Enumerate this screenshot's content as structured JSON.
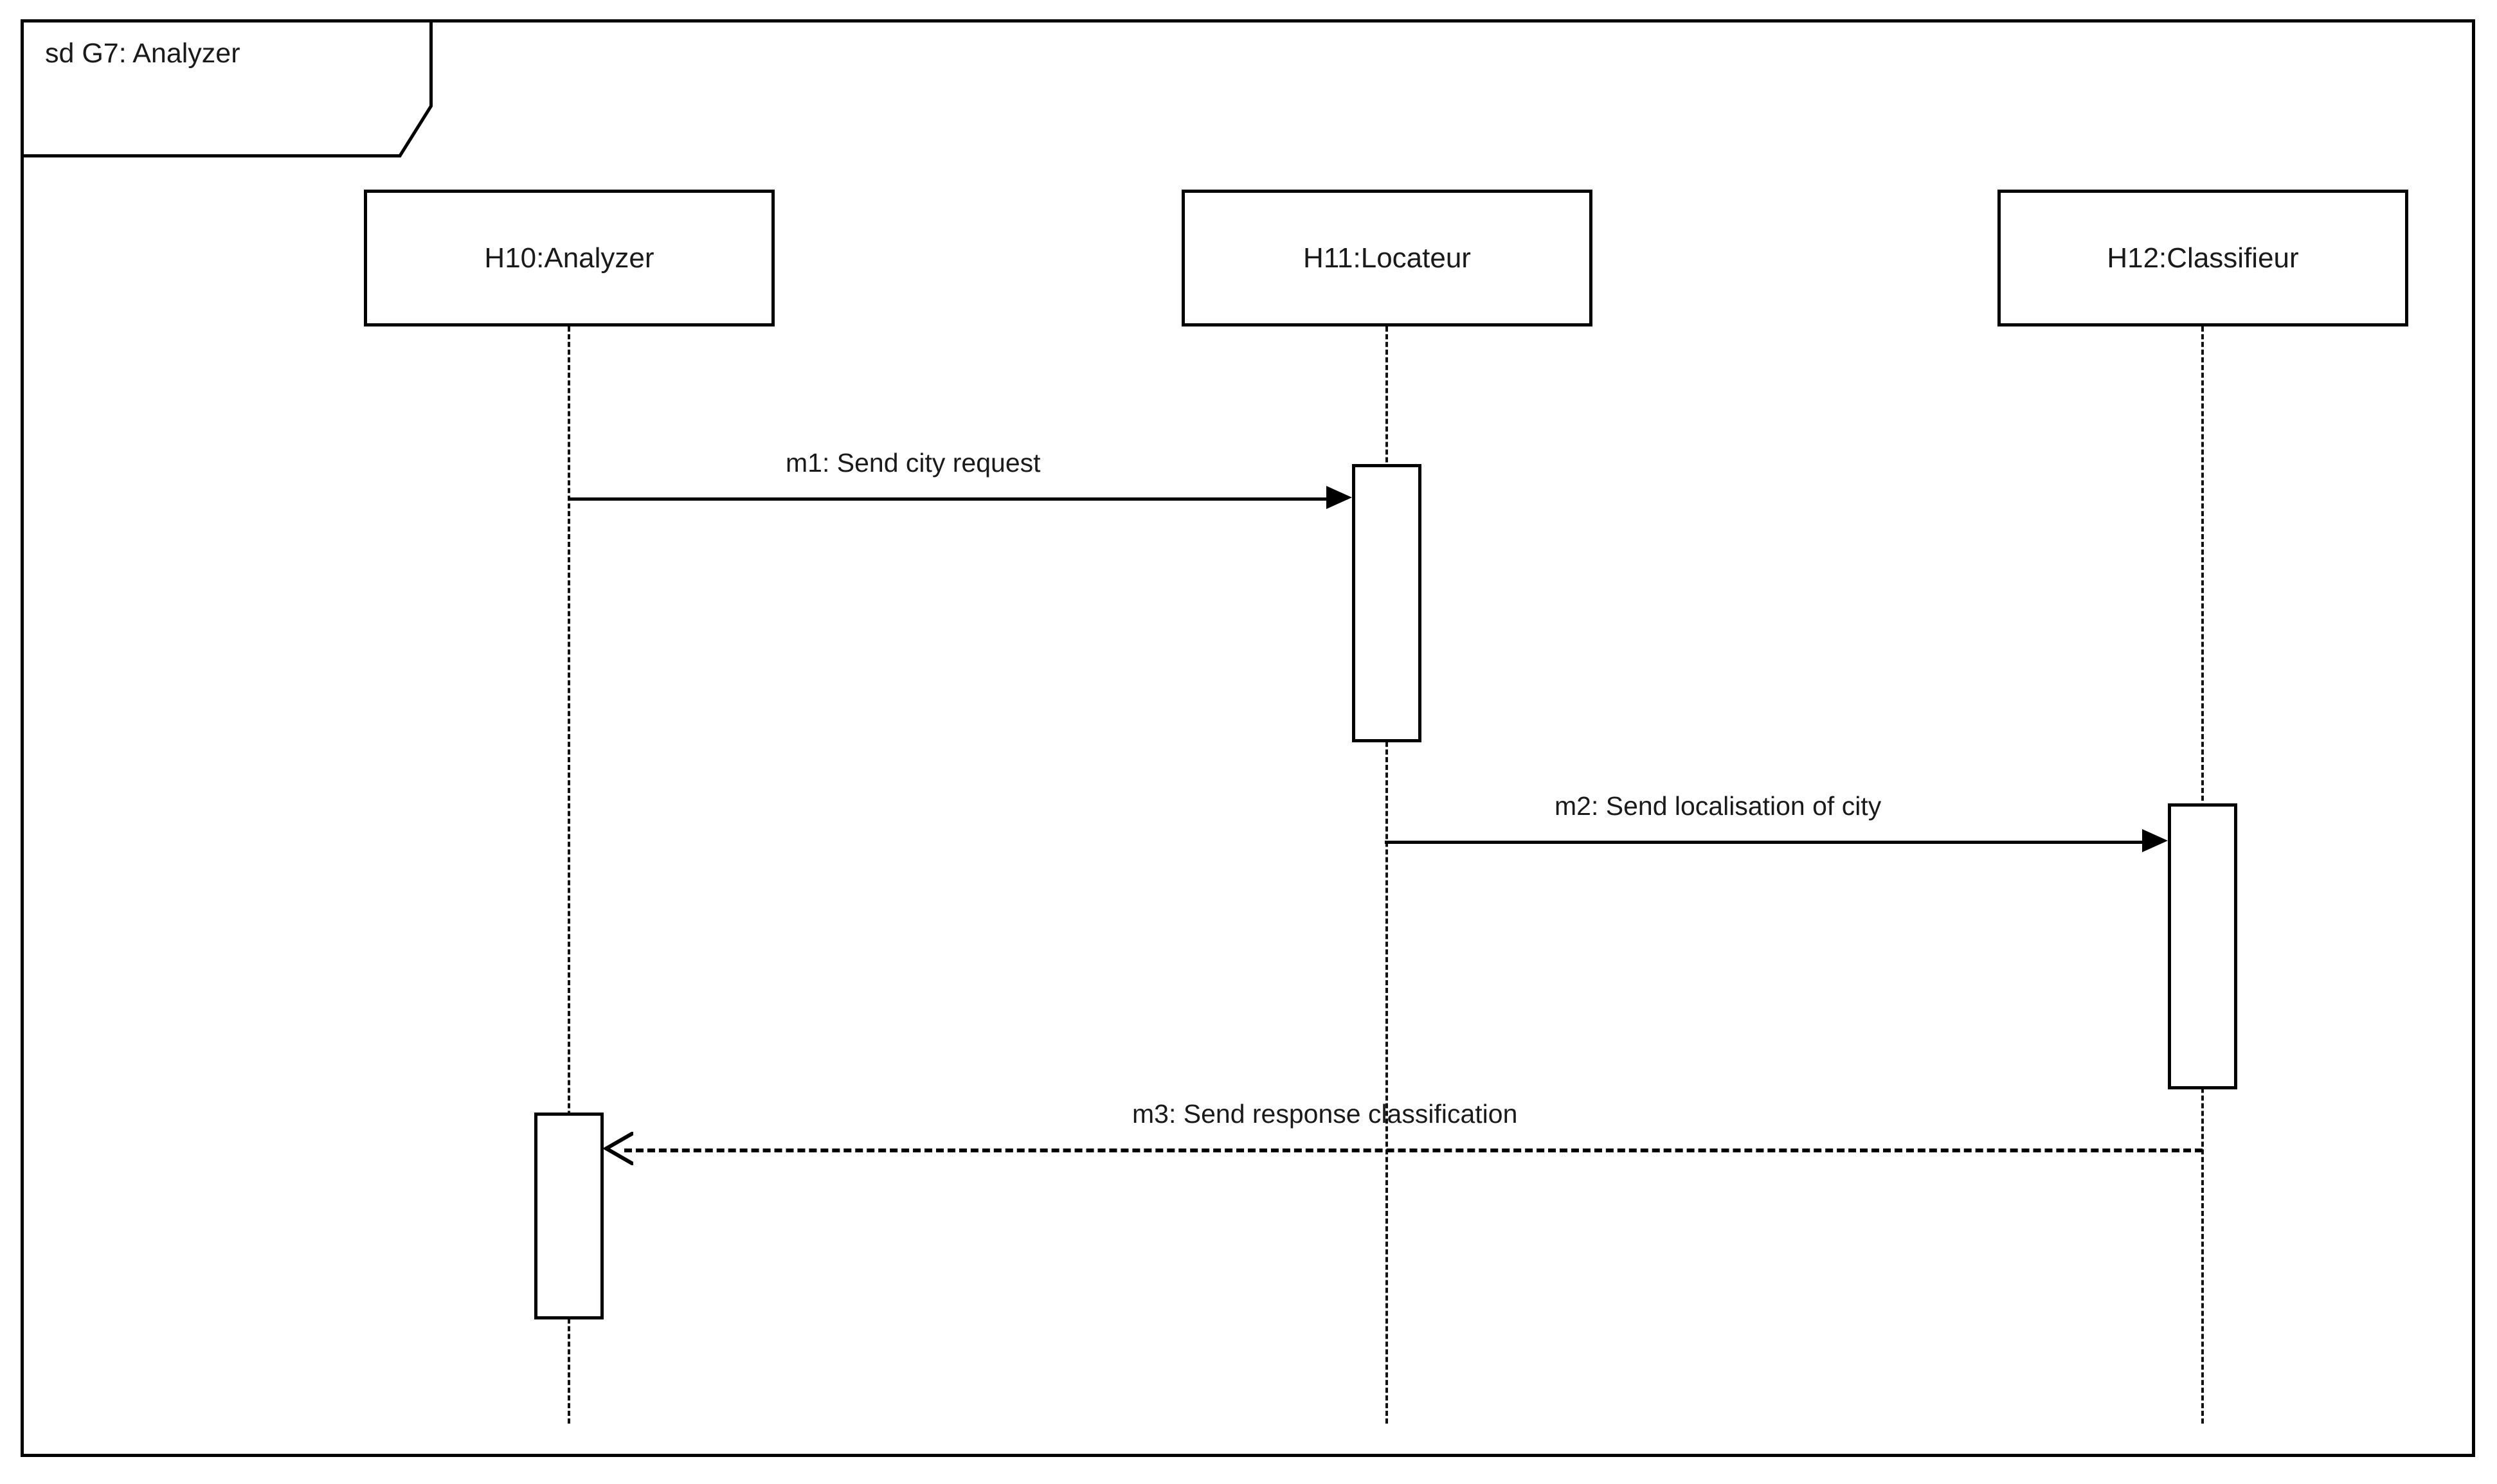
{
  "diagram": {
    "type": "uml-sequence-diagram",
    "frame": {
      "keyword_label": "sd G7: Analyzer",
      "border_color": "#000000",
      "background_color": "#ffffff"
    },
    "lifelines": [
      {
        "id": "H10",
        "label": "H10:Analyzer"
      },
      {
        "id": "H11",
        "label": "H11:Locateur"
      },
      {
        "id": "H12",
        "label": "H12:Classifieur"
      }
    ],
    "messages": [
      {
        "id": "m1",
        "label": "m1: Send city request",
        "from": "H10",
        "to": "H11",
        "kind": "synchronous",
        "line_style": "solid",
        "arrowhead": "filled",
        "direction": "right"
      },
      {
        "id": "m2",
        "label": "m2: Send localisation of city",
        "from": "H11",
        "to": "H12",
        "kind": "synchronous",
        "line_style": "solid",
        "arrowhead": "filled",
        "direction": "right"
      },
      {
        "id": "m3",
        "label": "m3: Send response classification",
        "from": "H12",
        "to": "H10",
        "kind": "reply",
        "line_style": "dashed",
        "arrowhead": "open",
        "direction": "left"
      }
    ],
    "activations": [
      {
        "lifeline": "H11",
        "order": 1
      },
      {
        "lifeline": "H12",
        "order": 2
      },
      {
        "lifeline": "H10",
        "order": 3
      }
    ]
  }
}
